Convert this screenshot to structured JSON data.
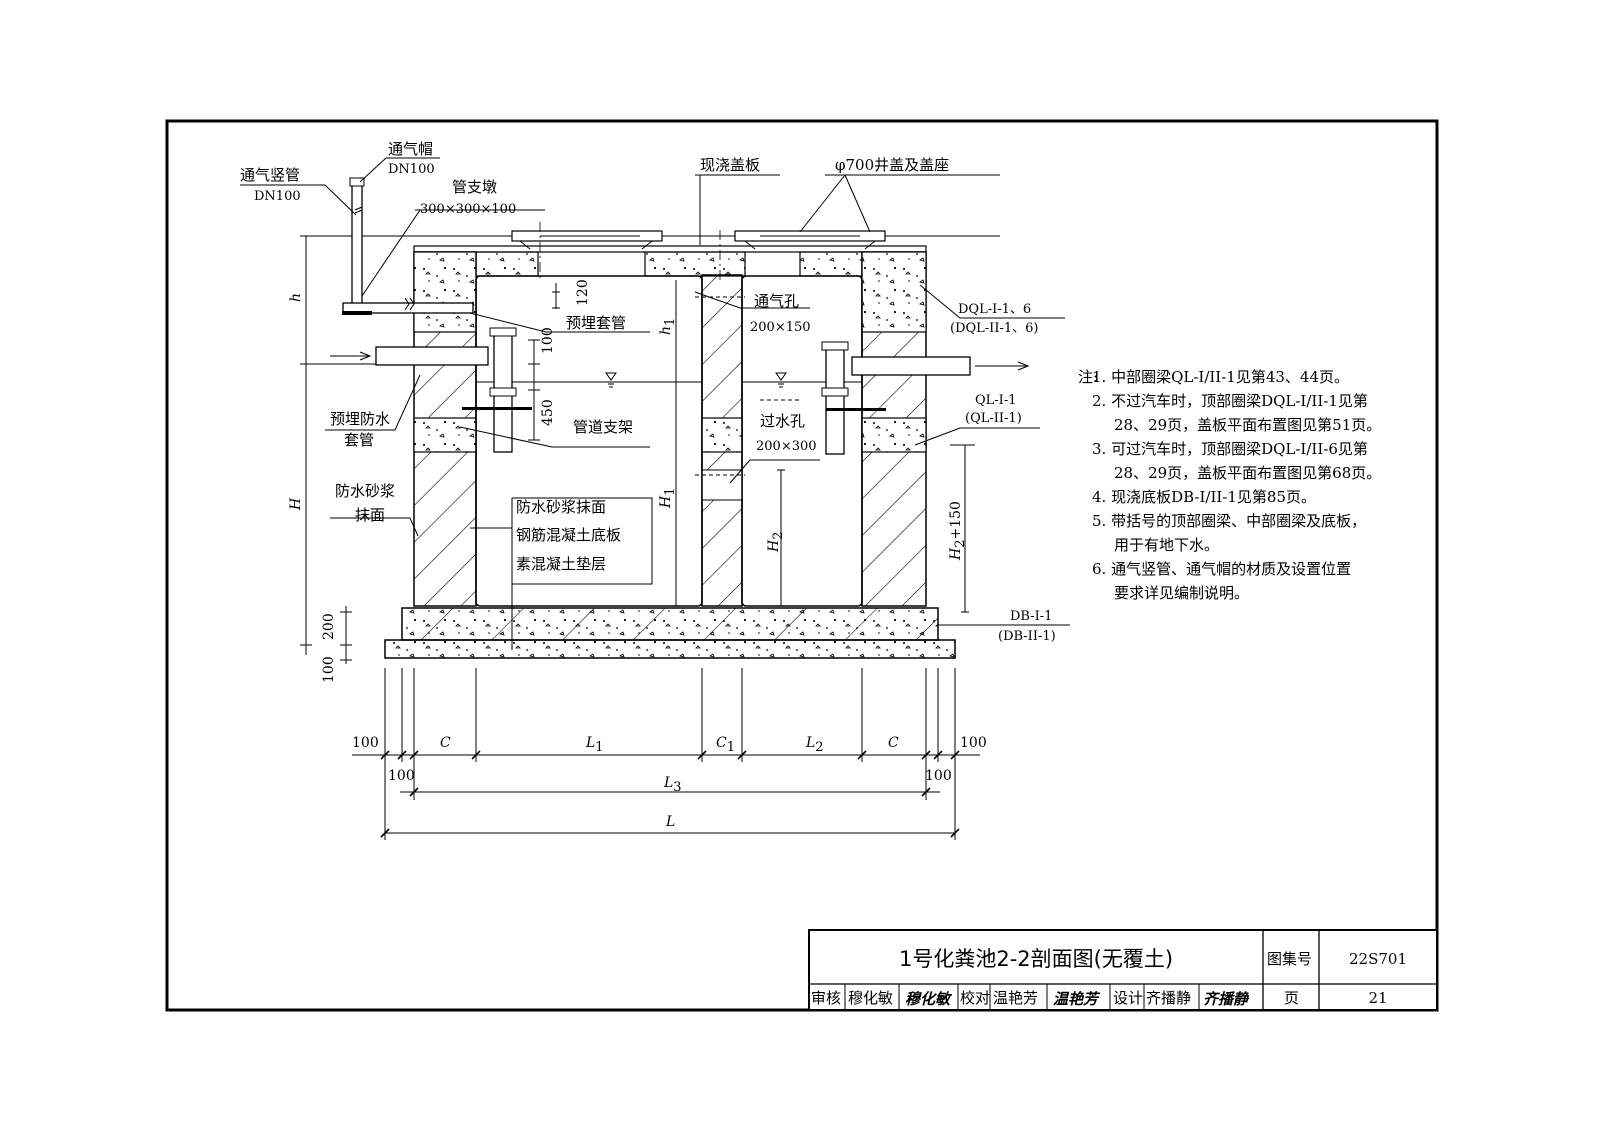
{
  "labels": {
    "vent_cap": "通气帽",
    "vent_cap_size": "DN100",
    "vent_riser": "通气竖管",
    "vent_riser_size": "DN100",
    "pipe_pier": "管支墩",
    "pipe_pier_size": "300×300×100",
    "cast_cover": "现浇盖板",
    "manhole": "φ700井盖及盖座",
    "embedded_sleeve": "预埋套管",
    "vent_hole": "通气孔",
    "vent_hole_size": "200×150",
    "dql_1": "DQL-I-1、6",
    "dql_2": "(DQL-II-1、6)",
    "wp_sleeve_1": "预埋防水",
    "wp_sleeve_2": "套管",
    "pipe_support": "管道支架",
    "ql_1": "QL-I-1",
    "ql_2": "(QL-II-1)",
    "overflow_hole": "过水孔",
    "overflow_hole_size": "200×300",
    "wp_mortar_1": "防水砂浆",
    "wp_mortar_2": "抹面",
    "layer_1": "防水砂浆抹面",
    "layer_2": "钢筋混凝土底板",
    "layer_3": "素混凝土垫层",
    "db_1": "DB-I-1",
    "db_2": "(DB-II-1)"
  },
  "dims": {
    "d120": "120",
    "d100": "100",
    "d450": "450",
    "d200": "200",
    "d100b": "100",
    "h": "h",
    "H": "H",
    "h1": "h",
    "H1": "H",
    "H2": "H",
    "H2p": "H",
    "H2p_suffix": "+150",
    "sub1": "1",
    "sub2": "2",
    "sub3": "3",
    "b100_l": "100",
    "b100_l2": "100",
    "C": "C",
    "L1": "L",
    "C1": "C",
    "L2": "L",
    "C_r": "C",
    "b100_r": "100",
    "b100_r2": "100",
    "L3": "L",
    "L": "L"
  },
  "notes": {
    "prefix": "注:",
    "items": [
      "1. 中部圈梁QL-I/II-1见第43、44页。",
      "2. 不过汽车时，顶部圈梁DQL-I/II-1见第",
      "28、29页，盖板平面布置图见第51页。",
      "3. 可过汽车时，顶部圈梁DQL-I/II-6见第",
      "28、29页，盖板平面布置图见第68页。",
      "4. 现浇底板DB-I/II-1见第85页。",
      "5. 带括号的顶部圈梁、中部圈梁及底板，",
      "用于有地下水。",
      "6. 通气竖管、通气帽的材质及设置位置",
      "要求详见编制说明。"
    ]
  },
  "title_block": {
    "title": "1号化粪池2-2剖面图(无覆土)",
    "atlas_label": "图集号",
    "atlas_no": "22S701",
    "review": "审核",
    "reviewer": "穆化敏",
    "reviewer_sig": "穆化敏",
    "check": "校对",
    "checker": "温艳芳",
    "checker_sig": "温艳芳",
    "design": "设计",
    "designer": "齐播静",
    "designer_sig": "齐播静",
    "page_label": "页",
    "page_no": "21"
  }
}
